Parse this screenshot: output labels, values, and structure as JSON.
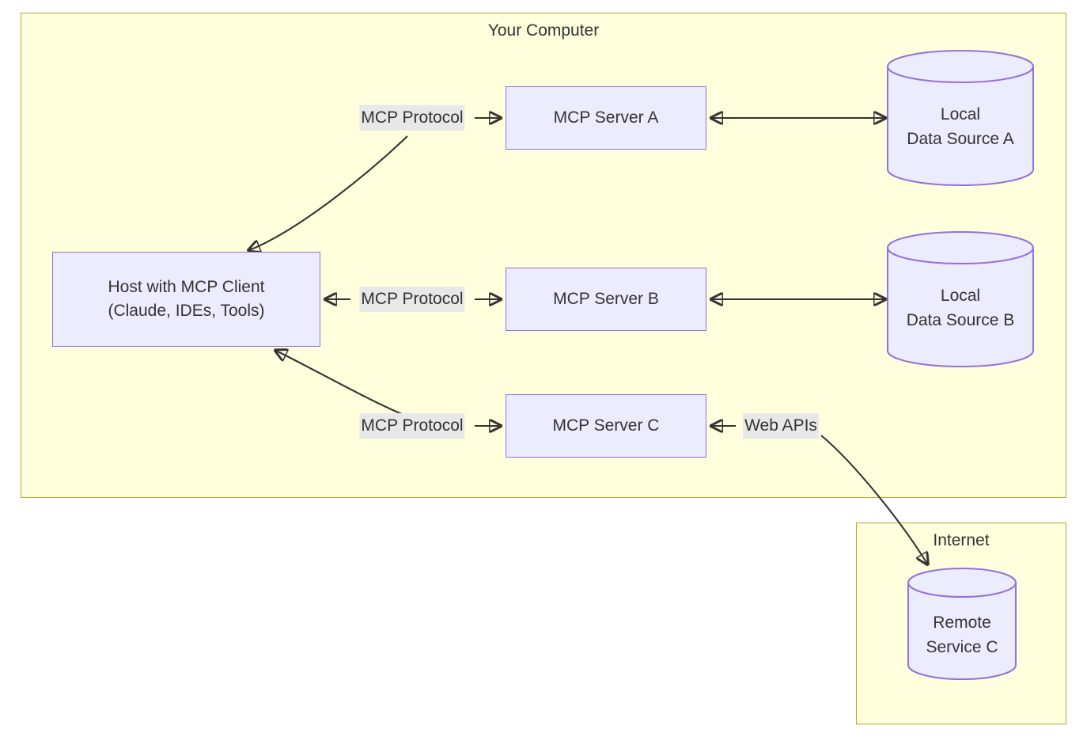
{
  "diagram": {
    "type": "architecture-flowchart",
    "title_visible": false,
    "colors": {
      "subgraph_fill": "#ffffde",
      "subgraph_stroke": "#aaaa33",
      "node_fill": "#ececff",
      "node_stroke": "#9370db",
      "edge_stroke": "#333333",
      "edge_label_bg": "#e8e8e8",
      "text": "#333333",
      "canvas_bg": "#ffffff"
    }
  },
  "subgraphs": [
    {
      "id": "your-computer",
      "title": "Your Computer"
    },
    {
      "id": "internet",
      "title": "Internet"
    }
  ],
  "nodes": {
    "host": {
      "line1": "Host with MCP Client",
      "line2": "(Claude, IDEs, Tools)",
      "shape": "rect"
    },
    "server_a": {
      "label": "MCP Server A",
      "shape": "rect"
    },
    "server_b": {
      "label": "MCP Server B",
      "shape": "rect"
    },
    "server_c": {
      "label": "MCP Server C",
      "shape": "rect"
    },
    "source_a": {
      "line1": "Local",
      "line2": "Data Source A",
      "shape": "cylinder"
    },
    "source_b": {
      "line1": "Local",
      "line2": "Data Source B",
      "shape": "cylinder"
    },
    "remote_c": {
      "line1": "Remote",
      "line2": "Service C",
      "shape": "cylinder"
    }
  },
  "edges": [
    {
      "id": "host-server-a",
      "from": "host",
      "to": "server_a",
      "label": "MCP Protocol",
      "direction": "bidirectional"
    },
    {
      "id": "host-server-b",
      "from": "host",
      "to": "server_b",
      "label": "MCP Protocol",
      "direction": "bidirectional"
    },
    {
      "id": "host-server-c",
      "from": "host",
      "to": "server_c",
      "label": "MCP Protocol",
      "direction": "bidirectional"
    },
    {
      "id": "server-a-source-a",
      "from": "server_a",
      "to": "source_a",
      "label": "",
      "direction": "bidirectional"
    },
    {
      "id": "server-b-source-b",
      "from": "server_b",
      "to": "source_b",
      "label": "",
      "direction": "bidirectional"
    },
    {
      "id": "server-c-remote-c",
      "from": "server_c",
      "to": "remote_c",
      "label": "Web APIs",
      "direction": "bidirectional"
    }
  ],
  "edge_labels": {
    "mcp_protocol_a": "MCP Protocol",
    "mcp_protocol_b": "MCP Protocol",
    "mcp_protocol_c": "MCP Protocol",
    "web_apis": "Web APIs"
  }
}
